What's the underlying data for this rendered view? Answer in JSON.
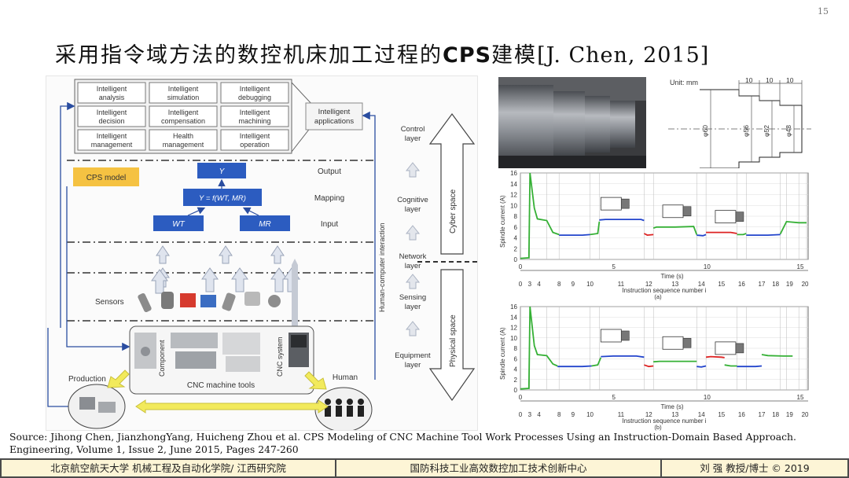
{
  "slide": {
    "page_number": "15",
    "title_cn": "采用指令域方法的数控机床加工过程的",
    "title_cps": "CPS",
    "title_cn2": "建模",
    "title_ref": "[J. Chen, 2015]"
  },
  "left_figure": {
    "apps": [
      [
        "Intelligent",
        "analysis"
      ],
      [
        "Intelligent",
        "simulation"
      ],
      [
        "Intelligent",
        "debugging"
      ],
      [
        "Intelligent",
        "decision"
      ],
      [
        "Intelligent",
        "compensation"
      ],
      [
        "Intelligent",
        "machining"
      ],
      [
        "Intelligent",
        "management"
      ],
      [
        "Health",
        "management"
      ],
      [
        "Intelligent",
        "operation"
      ]
    ],
    "apps_label": [
      "Intelligent",
      "applications"
    ],
    "cps_model": "CPS model",
    "y_box": "Y",
    "func_box": "Y = f(WT, MR)",
    "wt_box": "WT",
    "mr_box": "MR",
    "output": "Output",
    "mapping": "Mapping",
    "input": "Input",
    "sensors": "Sensors",
    "hci": "Human-computer interaction",
    "component": "Component",
    "cnc_system": "CNC system",
    "cnc_tools": "CNC machine tools",
    "production": "Production",
    "human": "Human",
    "layers": {
      "control": [
        "Control",
        "layer"
      ],
      "cognitive": [
        "Cognitive",
        "layer"
      ],
      "network": [
        "Network",
        "layer"
      ],
      "sensing": [
        "Sensing",
        "layer"
      ],
      "equipment": [
        "Equipment",
        "layer"
      ]
    },
    "cyber_space": "Cyber space",
    "physical_space": "Physical space"
  },
  "drawing": {
    "unit": "Unit: mm",
    "dims": [
      "10",
      "10",
      "10"
    ],
    "diameters": [
      "φ60",
      "φ56",
      "φ52",
      "φ48"
    ]
  },
  "chart_data": [
    {
      "type": "line",
      "ylabel": "Spindle current (A)",
      "ylim": [
        0,
        16
      ],
      "yticks": [
        "0",
        "2",
        "4",
        "6",
        "8",
        "10",
        "12",
        "14",
        "16"
      ],
      "xlabel_time": "Time (s)",
      "time_ticks": [
        "0",
        "5",
        "10",
        "15"
      ],
      "xlabel_instr": "Instruction sequence number i",
      "instr_ticks": [
        "0",
        "3",
        "4",
        "8",
        "9",
        "10",
        "11",
        "12",
        "13",
        "14",
        "15",
        "16",
        "17",
        "18",
        "19",
        "20"
      ],
      "caption": "(a)",
      "colors": {
        "green": "#35b035",
        "blue": "#2244cc",
        "red": "#dd2222"
      },
      "segments": [
        {
          "color": "green",
          "t": [
            0.0,
            0.55,
            0.62,
            0.9,
            1.1,
            1.7,
            2.1,
            2.5
          ],
          "y": [
            0.2,
            0.3,
            16.0,
            9.5,
            7.5,
            7.2,
            5.0,
            4.6
          ]
        },
        {
          "color": "blue",
          "t": [
            2.5,
            3.0,
            4.0,
            4.5
          ],
          "y": [
            4.5,
            4.5,
            4.5,
            4.6
          ]
        },
        {
          "color": "green",
          "t": [
            4.5,
            5.0,
            5.1
          ],
          "y": [
            4.6,
            4.8,
            7.0
          ]
        },
        {
          "color": "blue",
          "t": [
            5.1,
            5.5,
            6.5,
            7.8,
            8.0
          ],
          "y": [
            7.3,
            7.4,
            7.4,
            7.4,
            7.2
          ]
        },
        {
          "color": "red",
          "t": [
            8.0,
            8.2,
            8.6
          ],
          "y": [
            4.8,
            4.5,
            4.6
          ]
        },
        {
          "color": "green",
          "t": [
            8.6,
            8.8,
            10.0,
            11.2,
            11.4
          ],
          "y": [
            5.8,
            6.0,
            6.0,
            6.1,
            4.6
          ]
        },
        {
          "color": "blue",
          "t": [
            11.4,
            11.8,
            12.0
          ],
          "y": [
            4.5,
            4.4,
            4.6
          ]
        },
        {
          "color": "red",
          "t": [
            12.0,
            12.3,
            13.6,
            14.0
          ],
          "y": [
            5.0,
            5.0,
            5.0,
            4.8
          ]
        },
        {
          "color": "green",
          "t": [
            14.0,
            14.4,
            14.6
          ],
          "y": [
            4.6,
            4.6,
            4.8
          ]
        },
        {
          "color": "blue",
          "t": [
            14.6,
            15.0,
            16.0,
            16.8
          ],
          "y": [
            4.5,
            4.5,
            4.5,
            4.6
          ]
        },
        {
          "color": "green",
          "t": [
            16.8,
            17.2,
            18.0,
            18.5
          ],
          "y": [
            4.7,
            7.0,
            6.8,
            6.8
          ]
        }
      ]
    },
    {
      "type": "line",
      "ylabel": "Spindle current (A)",
      "ylim": [
        0,
        16
      ],
      "yticks": [
        "0",
        "2",
        "4",
        "6",
        "8",
        "10",
        "12",
        "14",
        "16"
      ],
      "xlabel_time": "Time (s)",
      "time_ticks": [
        "0",
        "5",
        "10",
        "15"
      ],
      "xlabel_instr": "Instruction sequence number i",
      "instr_ticks": [
        "0",
        "3",
        "4",
        "8",
        "9",
        "10",
        "11",
        "12",
        "13",
        "14",
        "15",
        "16",
        "17",
        "18",
        "19",
        "20"
      ],
      "caption": "(b)",
      "colors": {
        "green": "#35b035",
        "blue": "#2244cc",
        "red": "#dd2222"
      },
      "segments": [
        {
          "color": "green",
          "t": [
            0.0,
            0.55,
            0.62,
            0.9,
            1.1,
            1.7,
            2.1,
            2.4
          ],
          "y": [
            0.2,
            0.3,
            16.0,
            8.5,
            6.8,
            6.6,
            5.0,
            4.6
          ]
        },
        {
          "color": "blue",
          "t": [
            2.4,
            3.0,
            4.0,
            4.6
          ],
          "y": [
            4.5,
            4.5,
            4.5,
            4.6
          ]
        },
        {
          "color": "green",
          "t": [
            4.6,
            5.0,
            5.2
          ],
          "y": [
            4.6,
            4.8,
            6.2
          ]
        },
        {
          "color": "blue",
          "t": [
            5.2,
            6.0,
            7.5,
            8.0
          ],
          "y": [
            6.4,
            6.5,
            6.5,
            6.3
          ]
        },
        {
          "color": "red",
          "t": [
            8.0,
            8.3,
            8.6
          ],
          "y": [
            4.8,
            4.5,
            4.6
          ]
        },
        {
          "color": "green",
          "t": [
            8.6,
            9.0,
            10.5,
            11.4
          ],
          "y": [
            5.4,
            5.5,
            5.5,
            5.5
          ]
        },
        {
          "color": "blue",
          "t": [
            11.4,
            11.7,
            12.0
          ],
          "y": [
            4.5,
            4.4,
            4.6
          ]
        },
        {
          "color": "red",
          "t": [
            12.0,
            12.3,
            13.0,
            13.2
          ],
          "y": [
            6.3,
            6.4,
            6.3,
            6.2
          ]
        },
        {
          "color": "green",
          "t": [
            13.2,
            13.6,
            14.0
          ],
          "y": [
            4.8,
            4.6,
            4.6
          ]
        },
        {
          "color": "blue",
          "t": [
            14.0,
            14.6,
            15.2,
            15.6
          ],
          "y": [
            4.5,
            4.5,
            4.5,
            4.6
          ]
        },
        {
          "color": "green",
          "t": [
            15.6,
            16.0,
            17.0,
            17.6
          ],
          "y": [
            6.8,
            6.6,
            6.5,
            6.5
          ]
        }
      ]
    }
  ],
  "source": "Source: Jihong Chen, JianzhongYang, Huicheng Zhou et al. CPS Modeling of CNC Machine Tool Work Processes Using an Instruction-Domain Based Approach. Engineering, Volume 1, Issue 2, June 2015, Pages 247-260",
  "footer": {
    "left": "北京航空航天大学 机械工程及自动化学院/ 江西研究院",
    "center": "国防科技工业高效数控加工技术创新中心",
    "right": "刘 强 教授/博士 © 2019"
  }
}
